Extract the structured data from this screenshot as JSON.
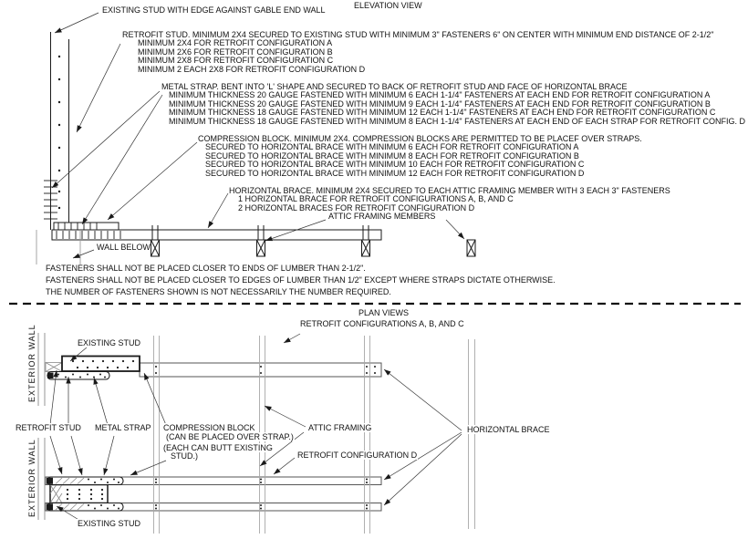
{
  "elevation": {
    "title": "ELEVATION VIEW",
    "notes": {
      "existing_stud": "EXISTING STUD WITH EDGE AGAINST GABLE END WALL",
      "retrofit_stud": {
        "lines": [
          "RETROFIT STUD.  MINIMUM 2X4 SECURED TO EXISTING STUD WITH MINIMUM 3\" FASTENERS 6\" ON CENTER WITH MINIMUM END DISTANCE OF 2-1/2\"",
          "MINIMUM 2X4 FOR RETROFIT CONFIGURATION A",
          "MINIMUM 2X6 FOR RETROFIT CONFIGURATION B",
          "MINIMUM 2X8 FOR RETROFIT CONFIGURATION C",
          "MINIMUM 2 EACH 2X8 FOR RETROFIT CONFIGURATION D"
        ]
      },
      "metal_strap": {
        "lines": [
          "METAL STRAP.  BENT INTO 'L' SHAPE AND SECURED TO BACK OF RETROFIT STUD AND FACE OF HORIZONTAL BRACE",
          "MINIMUM THICKNESS 20 GAUGE FASTENED WITH MINIMUM 6 EACH 1-1/4\" FASTENERS AT EACH END FOR RETROFIT CONFIGURATION A",
          "MINIMUM THICKNESS 20 GAUGE FASTENED WITH MINIMUM 9 EACH 1-1/4\" FASTENERS AT EACH END FOR RETROFIT CONFIGURATION B",
          "MINIMUM THICKNESS 18 GAUGE FASTENED WITH MINIMUM 12 EACH 1-1/4\" FASTENERS AT EACH END FOR RETROFIT CONFIGURATION C",
          "MINIMUM THICKNESS 18 GAUGE FASTENED WITH MINIMUM 8 EACH 1-1/4\" FASTENERS AT EACH END OF EACH STRAP FOR RETROFIT CONFIG. D"
        ]
      },
      "compression_block": {
        "lines": [
          "COMPRESSION BLOCK.  MINIMUM 2X4. COMPRESSION BLOCKS ARE PERMITTED TO BE PLACEF OVER STRAPS.",
          "SECURED TO HORIZONTAL BRACE WITH MINIMUM 6 EACH FOR RETROFIT CONFIGURATION A",
          "SECURED TO HORIZONTAL BRACE WITH MINIMUM 8 EACH FOR RETROFIT CONFIGURATION B",
          "SECURED TO HORIZONTAL BRACE WITH MINIMUM 10 EACH FOR RETROFIT CONFIGURATION C",
          "SECURED TO HORIZONTAL BRACE WITH MINIMUM 12 EACH FOR RETROFIT CONFIGURATION D"
        ]
      },
      "horizontal_brace": {
        "lines": [
          "HORIZONTAL BRACE.  MINIMUM 2X4 SECURED TO EACH ATTIC FRAMING MEMBER WITH 3 EACH 3\" FASTENERS",
          "1 HORIZONTAL BRACE FOR RETROFIT CONFIGURATIONS A, B, AND C",
          "2 HORIZONTAL BRACES FOR RETROFIT CONFIGURATION D"
        ]
      }
    },
    "labels": {
      "attic_framing_members": "ATTIC FRAMING MEMBERS",
      "wall_below": "WALL BELOW"
    },
    "footnotes": [
      "FASTENERS SHALL NOT BE PLACED CLOSER TO ENDS OF LUMBER THAN 2-1/2\".",
      "FASTENERS SHALL NOT BE PLACED CLOSER TO EDGES OF LUMBER THAN 1/2\" EXCEPT WHERE STRAPS DICTATE OTHERWISE.",
      "THE NUMBER OF FASTENERS SHOWN IS NOT NECESSARILY THE NUMBER REQUIRED."
    ]
  },
  "plan": {
    "title": "PLAN VIEWS",
    "subtitle": "RETROFIT CONFIGURATIONS A, B, AND C",
    "labels": {
      "exterior_wall": "EXTERIOR WALL",
      "existing_stud": "EXISTING STUD",
      "retrofit_stud": "RETROFIT STUD",
      "metal_strap": "METAL STRAP",
      "compression_block_1": "COMPRESSION BLOCK",
      "compression_block_2": "(CAN BE PLACED OVER STRAP.)",
      "compression_block_3": "(EACH CAN BUTT EXISTING",
      "compression_block_4": "STUD.)",
      "attic_framing": "ATTIC FRAMING",
      "retrofit_configuration_d": "RETROFIT CONFIGURATION D",
      "horizontal_brace": "HORIZONTAL BRACE"
    }
  },
  "colors": {
    "line": "#1a1a1a",
    "light_line": "#9b9b9b",
    "background": "#ffffff"
  }
}
